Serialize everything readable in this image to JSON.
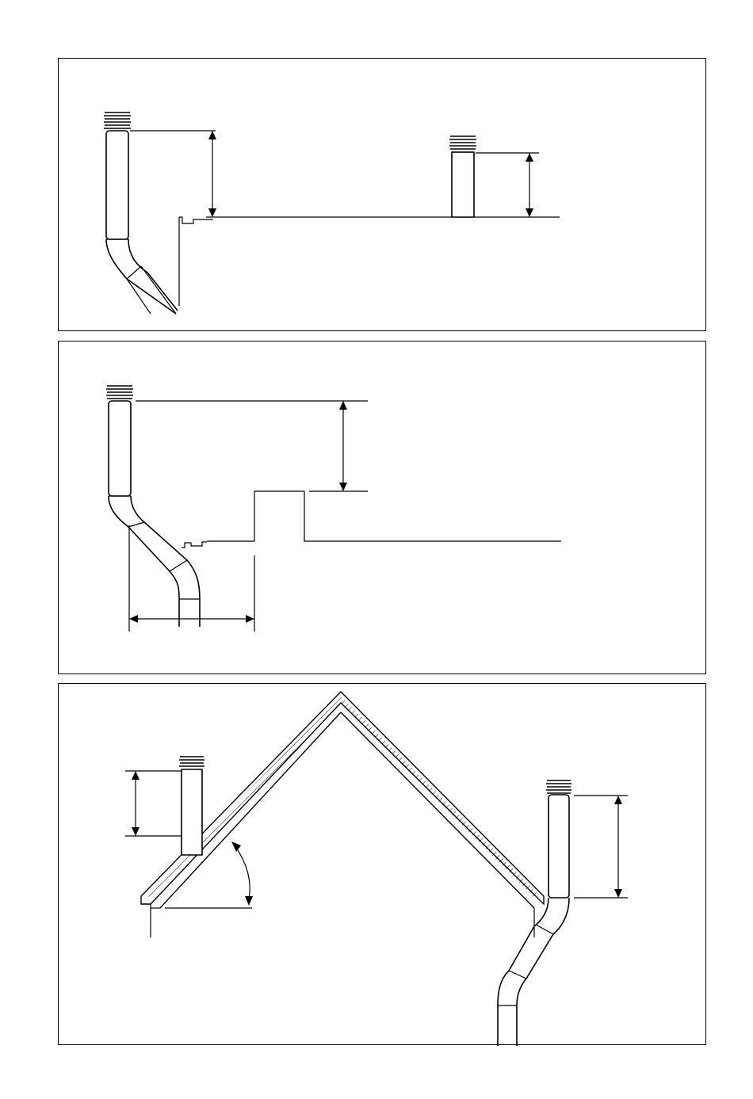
{
  "figure": {
    "panels": [
      {
        "id": "panel-1",
        "description_visible_text": ""
      },
      {
        "id": "panel-2",
        "description_visible_text": ""
      },
      {
        "id": "panel-3",
        "description_visible_text": ""
      }
    ]
  },
  "colors": {
    "line": "#000000",
    "background": "#ffffff"
  },
  "icons": [
    "vent-terminal-icon",
    "dimension-arrow-icon",
    "angle-arrow-icon"
  ]
}
